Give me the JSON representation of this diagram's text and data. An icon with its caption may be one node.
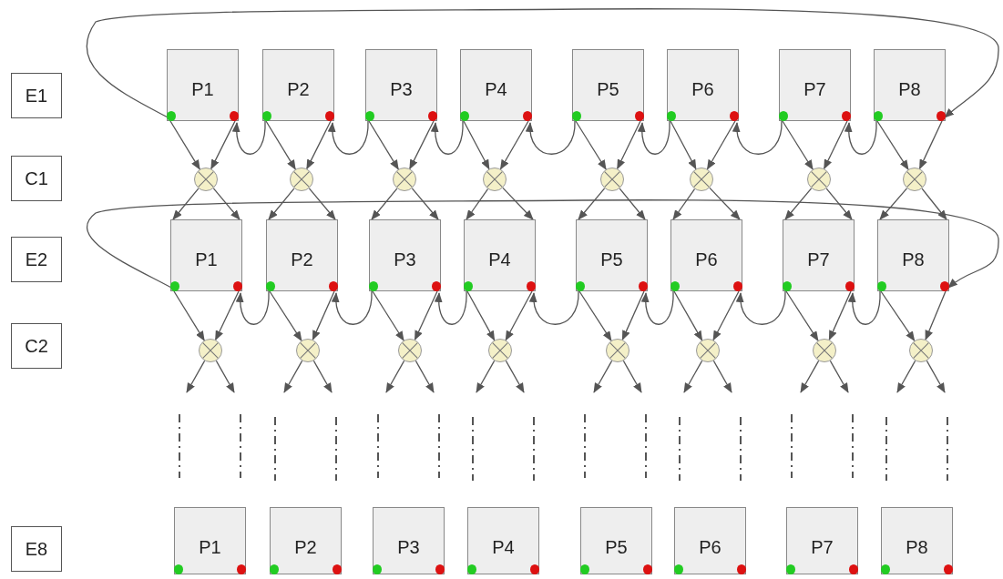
{
  "diagram": {
    "nodes": [
      {
        "text": [
          "E1"
        ]
      },
      {
        "text": [
          "P1"
        ]
      },
      {
        "text": [
          "P2"
        ]
      },
      {
        "text": [
          "P3"
        ]
      },
      {
        "text": [
          "P4"
        ]
      },
      {
        "text": [
          "P5"
        ]
      },
      {
        "text": [
          "P6"
        ]
      },
      {
        "text": [
          "P7"
        ]
      },
      {
        "text": [
          "P8"
        ]
      },
      {
        "text": [
          "C1"
        ]
      },
      {
        "text": [],
        "shape": "circle"
      },
      {
        "text": [],
        "shape": "circle"
      },
      {
        "text": [],
        "shape": "circle"
      },
      {
        "text": [],
        "shape": "circle"
      },
      {
        "text": [],
        "shape": "circle"
      },
      {
        "text": [],
        "shape": "circle"
      },
      {
        "text": [],
        "shape": "circle"
      },
      {
        "text": [],
        "shape": "circle"
      },
      {
        "text": [
          "E2"
        ]
      },
      {
        "text": [
          "P1"
        ]
      },
      {
        "text": [
          "P2"
        ]
      },
      {
        "text": [
          "P3"
        ]
      },
      {
        "text": [
          "P4"
        ]
      },
      {
        "text": [
          "P5"
        ]
      },
      {
        "text": [
          "P6"
        ]
      },
      {
        "text": [
          "P7"
        ]
      },
      {
        "text": [
          "P8"
        ]
      },
      {
        "text": [
          "C2"
        ]
      },
      {
        "text": [],
        "shape": "circle"
      },
      {
        "text": [],
        "shape": "circle"
      },
      {
        "text": [],
        "shape": "circle"
      },
      {
        "text": [],
        "shape": "circle"
      },
      {
        "text": [],
        "shape": "circle"
      },
      {
        "text": [],
        "shape": "circle"
      },
      {
        "text": [],
        "shape": "circle"
      },
      {
        "text": [],
        "shape": "circle"
      },
      {
        "text": [
          "E8"
        ]
      },
      {
        "text": [
          "P1"
        ]
      },
      {
        "text": [
          "P2"
        ]
      },
      {
        "text": [
          "P3"
        ]
      },
      {
        "text": [
          "P4"
        ]
      },
      {
        "text": [
          "P5"
        ]
      },
      {
        "text": [
          "P6"
        ]
      },
      {
        "text": [
          "P7"
        ]
      },
      {
        "text": [
          "P8"
        ]
      }
    ],
    "edges": [
      {
        "from": 1,
        "to": 10,
        "arrow": "to"
      },
      {
        "from": 1,
        "to": 10,
        "arrow": "to"
      },
      {
        "from": 2,
        "to": 11,
        "arrow": "to"
      },
      {
        "from": 2,
        "to": 11,
        "arrow": "to"
      },
      {
        "from": 3,
        "to": 12,
        "arrow": "to"
      },
      {
        "from": 3,
        "to": 12,
        "arrow": "to"
      },
      {
        "from": 4,
        "to": 13,
        "arrow": "to"
      },
      {
        "from": 4,
        "to": 13,
        "arrow": "to"
      },
      {
        "from": 5,
        "to": 14,
        "arrow": "to"
      },
      {
        "from": 5,
        "to": 14,
        "arrow": "to"
      },
      {
        "from": 6,
        "to": 15,
        "arrow": "to"
      },
      {
        "from": 6,
        "to": 15,
        "arrow": "to"
      },
      {
        "from": 7,
        "to": 16,
        "arrow": "to"
      },
      {
        "from": 7,
        "to": 16,
        "arrow": "to"
      },
      {
        "from": 8,
        "to": 17,
        "arrow": "to"
      },
      {
        "from": 8,
        "to": 17,
        "arrow": "to"
      },
      {
        "from": 2,
        "to": 1,
        "arrow": "to"
      },
      {
        "from": 3,
        "to": 2,
        "arrow": "to"
      },
      {
        "from": 4,
        "to": 3,
        "arrow": "to"
      },
      {
        "from": 5,
        "to": 4,
        "arrow": "to"
      },
      {
        "from": 6,
        "to": 5,
        "arrow": "to"
      },
      {
        "from": 7,
        "to": 6,
        "arrow": "to"
      },
      {
        "from": 8,
        "to": 7,
        "arrow": "to"
      },
      {
        "from": 1,
        "to": 8,
        "arrow": "to"
      },
      {
        "from": 10,
        "to": 19,
        "arrow": "to"
      },
      {
        "from": 10,
        "to": 19,
        "arrow": "to"
      },
      {
        "from": 11,
        "to": 20,
        "arrow": "to"
      },
      {
        "from": 11,
        "to": 20,
        "arrow": "to"
      },
      {
        "from": 12,
        "to": 21,
        "arrow": "to"
      },
      {
        "from": 12,
        "to": 21,
        "arrow": "to"
      },
      {
        "from": 13,
        "to": 22,
        "arrow": "to"
      },
      {
        "from": 13,
        "to": 22,
        "arrow": "to"
      },
      {
        "from": 14,
        "to": 23,
        "arrow": "to"
      },
      {
        "from": 14,
        "to": 23,
        "arrow": "to"
      },
      {
        "from": 15,
        "to": 24,
        "arrow": "to"
      },
      {
        "from": 15,
        "to": 24,
        "arrow": "to"
      },
      {
        "from": 16,
        "to": 25,
        "arrow": "to"
      },
      {
        "from": 16,
        "to": 25,
        "arrow": "to"
      },
      {
        "from": 17,
        "to": 26,
        "arrow": "to"
      },
      {
        "from": 17,
        "to": 26,
        "arrow": "to"
      },
      {
        "from": 19,
        "to": 28,
        "arrow": "to"
      },
      {
        "from": 19,
        "to": 28,
        "arrow": "to"
      },
      {
        "from": 20,
        "to": 29,
        "arrow": "to"
      },
      {
        "from": 20,
        "to": 29,
        "arrow": "to"
      },
      {
        "from": 21,
        "to": 30,
        "arrow": "to"
      },
      {
        "from": 21,
        "to": 30,
        "arrow": "to"
      },
      {
        "from": 22,
        "to": 31,
        "arrow": "to"
      },
      {
        "from": 22,
        "to": 31,
        "arrow": "to"
      },
      {
        "from": 23,
        "to": 32,
        "arrow": "to"
      },
      {
        "from": 23,
        "to": 32,
        "arrow": "to"
      },
      {
        "from": 24,
        "to": 33,
        "arrow": "to"
      },
      {
        "from": 24,
        "to": 33,
        "arrow": "to"
      },
      {
        "from": 25,
        "to": 34,
        "arrow": "to"
      },
      {
        "from": 25,
        "to": 34,
        "arrow": "to"
      },
      {
        "from": 26,
        "to": 35,
        "arrow": "to"
      },
      {
        "from": 26,
        "to": 35,
        "arrow": "to"
      },
      {
        "from": 20,
        "to": 19,
        "arrow": "to"
      },
      {
        "from": 21,
        "to": 20,
        "arrow": "to"
      },
      {
        "from": 22,
        "to": 21,
        "arrow": "to"
      },
      {
        "from": 23,
        "to": 22,
        "arrow": "to"
      },
      {
        "from": 24,
        "to": 23,
        "arrow": "to"
      },
      {
        "from": 25,
        "to": 24,
        "arrow": "to"
      },
      {
        "from": 26,
        "to": 25,
        "arrow": "to"
      },
      {
        "from": 19,
        "to": 26,
        "arrow": "to"
      },
      {
        "from": 28,
        "to": null,
        "arrow": "to"
      },
      {
        "from": 28,
        "to": null,
        "arrow": "to"
      },
      {
        "from": 29,
        "to": null,
        "arrow": "to"
      },
      {
        "from": 29,
        "to": null,
        "arrow": "to"
      },
      {
        "from": 30,
        "to": null,
        "arrow": "to"
      },
      {
        "from": 30,
        "to": null,
        "arrow": "to"
      },
      {
        "from": 31,
        "to": null,
        "arrow": "to"
      },
      {
        "from": 31,
        "to": null,
        "arrow": "to"
      },
      {
        "from": 32,
        "to": null,
        "arrow": "to"
      },
      {
        "from": 32,
        "to": null,
        "arrow": "to"
      },
      {
        "from": 33,
        "to": null,
        "arrow": "to"
      },
      {
        "from": 33,
        "to": null,
        "arrow": "to"
      },
      {
        "from": 34,
        "to": null,
        "arrow": "to"
      },
      {
        "from": 34,
        "to": null,
        "arrow": "to"
      },
      {
        "from": 35,
        "to": null,
        "arrow": "to"
      },
      {
        "from": 35,
        "to": null,
        "arrow": "to"
      }
    ]
  }
}
